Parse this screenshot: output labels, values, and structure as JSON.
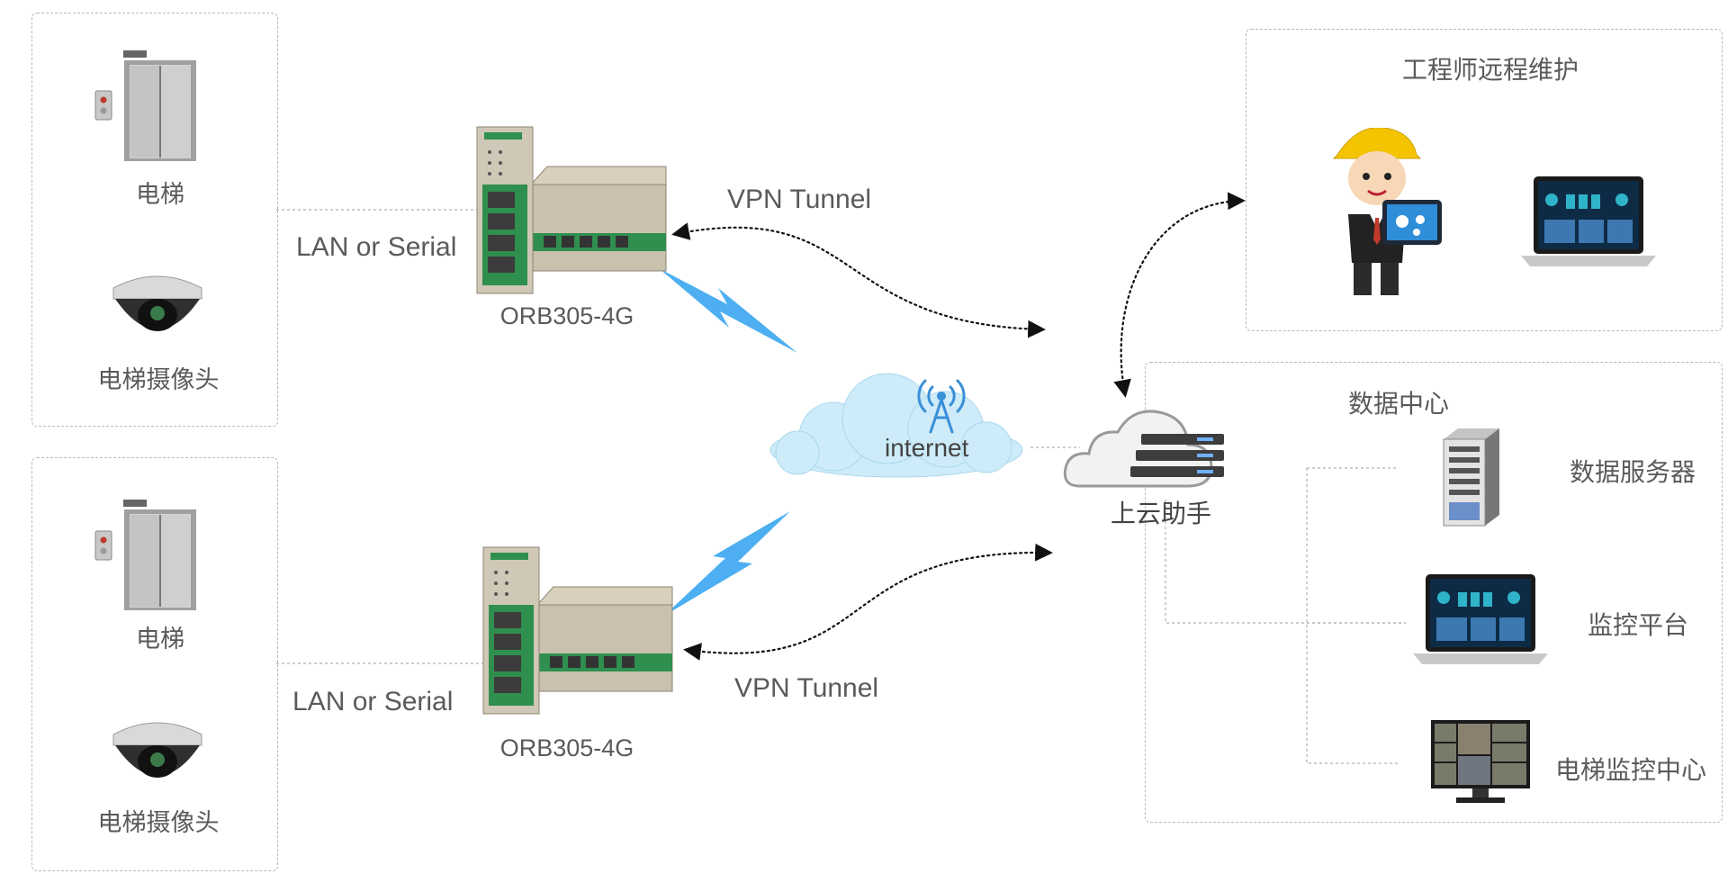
{
  "left_groups": [
    {
      "elevator_label": "电梯",
      "camera_label": "电梯摄像头",
      "link_label": "LAN or Serial",
      "device_label": "ORB305-4G",
      "tunnel_label": "VPN Tunnel"
    },
    {
      "elevator_label": "电梯",
      "camera_label": "电梯摄像头",
      "link_label": "LAN or Serial",
      "device_label": "ORB305-4G",
      "tunnel_label": "VPN Tunnel"
    }
  ],
  "internet_label": "internet",
  "cloud_assistant_label": "上云助手",
  "engineer_box": {
    "title": "工程师远程维护"
  },
  "data_center": {
    "title": "数据中心",
    "items": [
      "数据服务器",
      "监控平台",
      "电梯监控中心"
    ]
  },
  "colors": {
    "router_green": "#2f8f4e",
    "lightning": "#3aa6f0",
    "cloud": "#bfe6f7",
    "helmet": "#f5c400"
  }
}
